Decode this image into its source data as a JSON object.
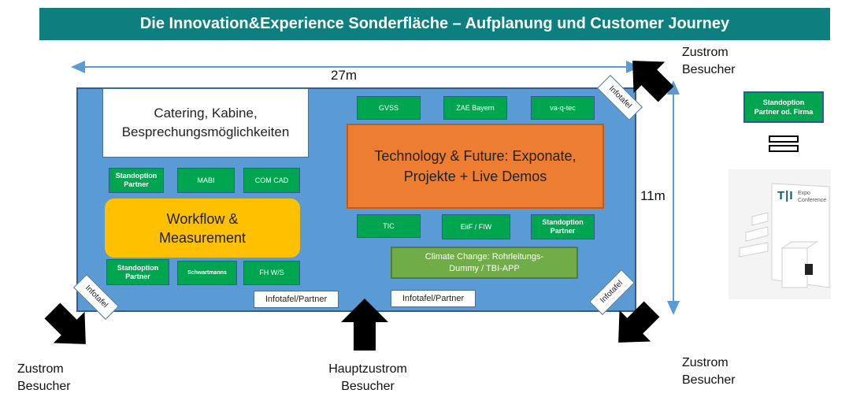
{
  "title": "Die Innovation&Experience Sonderfläche – Aufplanung und Customer Journey",
  "dimensions": {
    "width_label": "27m",
    "height_label": "11m"
  },
  "areas": {
    "catering": "Catering, Kabine, Besprechungsmöglichkeiten",
    "technology": "Technology & Future: Exponate, Projekte  + Live Demos",
    "workflow": "Workflow & Measurement",
    "climate": "Climate Change: Rohrleitungs-Dummy / TBI-APP"
  },
  "stands": {
    "gvss": "GVSS",
    "zae": "ZAE Bayern",
    "vaqtec": "va-q-tec",
    "tic": "TIC",
    "eiif": "EiiF / FIW",
    "standoption_right": "Standoption Partner",
    "standoption_left_top": "Standoption Partner",
    "mabi": "MABI",
    "comcad": "COM CAD",
    "standoption_left_bottom": "Standoption Partner",
    "schwartmanns": "Schwartmanns",
    "fhws": "FH W/S"
  },
  "infotafel_partner": [
    "Infotafel/Partner",
    "Infotafel/Partner"
  ],
  "infotafel": [
    "Infotafel",
    "Infotafel",
    "Infotafel"
  ],
  "flows": {
    "top_right": "Zustrom Besucher",
    "bottom_left": "Zustrom Besucher",
    "main": "Hauptzustrom Besucher",
    "bottom_right": "Zustrom Besucher"
  },
  "legend": {
    "standoption": "Standoption Partner od. Firma"
  },
  "photo": {
    "brand": "Expo Conference",
    "logo": "T|I"
  },
  "colors": {
    "title_bg": "#0e7f7f",
    "floor": "#5b9bd5",
    "stand_green": "#00a550",
    "orange": "#ed7d31",
    "yellow": "#ffc000",
    "climate_green": "#70ad47"
  }
}
